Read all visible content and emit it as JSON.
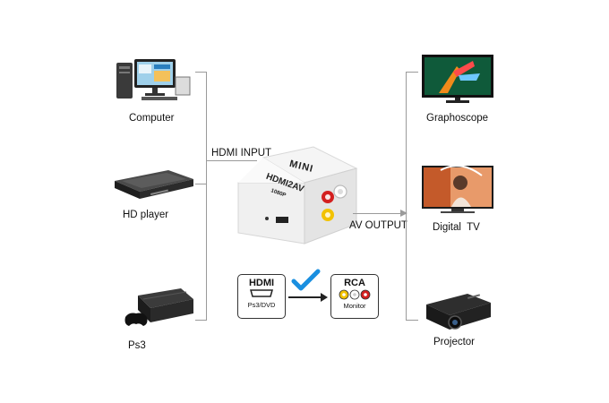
{
  "sources": {
    "computer": "Computer",
    "hd_player": "HD player",
    "ps3": "Ps3"
  },
  "outputs": {
    "graphoscope": "Graphoscope",
    "digital_tv": "Digital  TV",
    "projector": "Projector"
  },
  "connections": {
    "input_label": "HDMI INPUT",
    "output_label": "AV OUTPUT"
  },
  "converter": {
    "brand": "MINI",
    "model": "HDMI2AV",
    "resolution": "1080P"
  },
  "signal_flow": {
    "input_title": "HDMI",
    "input_sub": "Ps3/DVD",
    "output_title": "RCA",
    "output_sub": "Monitor"
  },
  "colors": {
    "line": "#9a9a9a",
    "checkmark": "#1a8fe0",
    "rca_yellow": "#f2c200",
    "rca_red": "#d32020",
    "rca_white": "#ffffff"
  }
}
